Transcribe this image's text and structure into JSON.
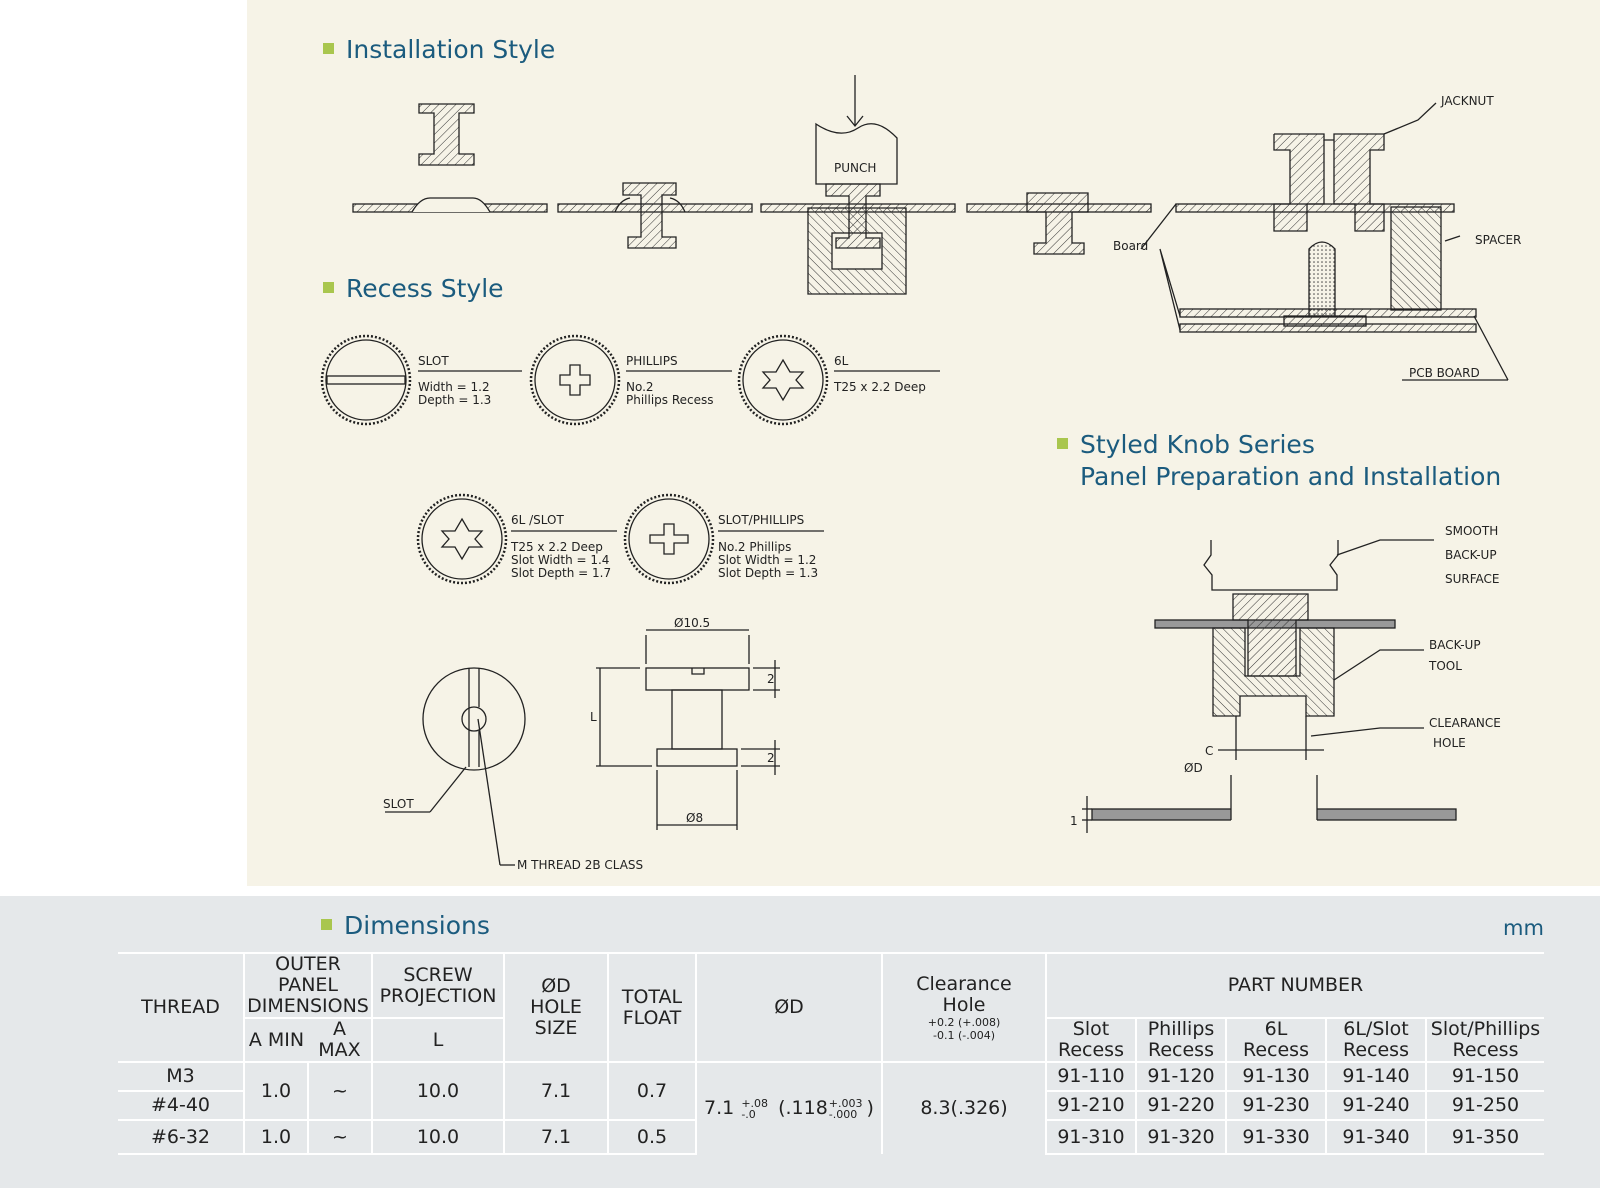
{
  "headings": {
    "installation": "Installation Style",
    "recess": "Recess Style",
    "styled_knob_line1": "Styled Knob Series",
    "styled_knob_line2": "Panel Preparation and Installation",
    "dimensions": "Dimensions"
  },
  "installation_labels": {
    "punch": "PUNCH",
    "jacknut": "JACKNUT",
    "spacer": "SPACER",
    "board": "Board",
    "pcb_board": "PCB BOARD"
  },
  "recess_styles": [
    {
      "name": "SLOT",
      "line1": "Width = 1.2",
      "line2": "Depth = 1.3",
      "line3": ""
    },
    {
      "name": "PHILLIPS",
      "line1": "No.2",
      "line2": "Phillips Recess",
      "line3": ""
    },
    {
      "name": "6L",
      "line1": "T25 x 2.2 Deep",
      "line2": "",
      "line3": ""
    },
    {
      "name": "6L /SLOT",
      "line1": "T25 x 2.2 Deep",
      "line2": "Slot Width = 1.4",
      "line3": "Slot Depth = 1.7"
    },
    {
      "name": "SLOT/PHILLIPS",
      "line1": "No.2 Phillips",
      "line2": "Slot Width = 1.2",
      "line3": "Slot Depth = 1.3"
    }
  ],
  "part_drawing": {
    "dia_top": "Ø10.5",
    "dia_bottom": "Ø8",
    "head_thickness_top": "2",
    "head_thickness_bottom": "2",
    "length": "L",
    "slot": "SLOT",
    "thread": "M THREAD 2B CLASS"
  },
  "knob_labels": {
    "smooth_1": "SMOOTH",
    "smooth_2": "BACK-UP",
    "smooth_3": "SURFACE",
    "backup_1": "BACK-UP",
    "backup_2": "TOOL",
    "clearance_1": "CLEARANCE",
    "clearance_2": "HOLE",
    "c": "C",
    "od": "ØD",
    "thickness": "1"
  },
  "dimensions_table": {
    "unit": "mm",
    "headers": {
      "thread": "THREAD",
      "outer_panel_1": "OUTER PANEL",
      "outer_panel_2": "DIMENSIONS",
      "a_min": "A MIN",
      "a_max": "A MAX",
      "screw_proj_1": "SCREW",
      "screw_proj_2": "PROJECTION",
      "screw_l": "L",
      "hole_1": "ØD",
      "hole_2": "HOLE",
      "hole_3": "SIZE",
      "float_1": "TOTAL",
      "float_2": "FLOAT",
      "od": "ØD",
      "clearance_1": "Clearance",
      "clearance_2": "Hole",
      "clearance_tol_1": "+0.2 (+.008)",
      "clearance_tol_2": "-0.1 (-.004)",
      "part_number": "PART NUMBER",
      "pn_cols": [
        {
          "l1": "Slot",
          "l2": "Recess"
        },
        {
          "l1": "Phillips",
          "l2": "Recess"
        },
        {
          "l1": "6L",
          "l2": "Recess"
        },
        {
          "l1": "6L/Slot",
          "l2": "Recess"
        },
        {
          "l1": "Slot/Phillips",
          "l2": "Recess"
        }
      ]
    },
    "od_value": {
      "base": "7.1",
      "tol_plus": "+.08",
      "tol_minus": "-.0",
      "inch_base": "(.118",
      "inch_plus": "+.003",
      "inch_minus": "-.000",
      "close": ")"
    },
    "clearance_value": "8.3(.326)",
    "group1": {
      "a_min": "1.0",
      "a_max": "~",
      "l": "10.0",
      "hole": "7.1",
      "float": "0.7"
    },
    "rows": [
      {
        "thread": "M3",
        "parts": [
          "91-110",
          "91-120",
          "91-130",
          "91-140",
          "91-150"
        ]
      },
      {
        "thread": "#4-40",
        "parts": [
          "91-210",
          "91-220",
          "91-230",
          "91-240",
          "91-250"
        ]
      },
      {
        "thread": "#6-32",
        "a_min": "1.0",
        "a_max": "~",
        "l": "10.0",
        "hole": "7.1",
        "float": "0.5",
        "parts": [
          "91-310",
          "91-320",
          "91-330",
          "91-340",
          "91-350"
        ]
      }
    ]
  },
  "colors": {
    "heading": "#1b5b7e",
    "bullet": "#a9c64e",
    "top_panel": "#f6f3e7",
    "bottom_panel": "#e5e8ea"
  }
}
